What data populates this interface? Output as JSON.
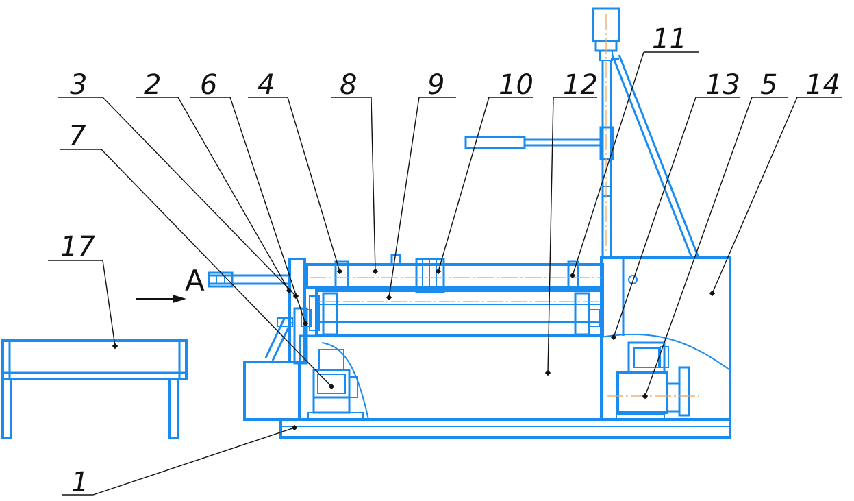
{
  "view_marker": "A",
  "callouts": [
    {
      "id": "c17",
      "number": "17"
    },
    {
      "id": "c7",
      "number": "7"
    },
    {
      "id": "c3",
      "number": "3"
    },
    {
      "id": "c2",
      "number": "2"
    },
    {
      "id": "c6",
      "number": "6"
    },
    {
      "id": "c4",
      "number": "4"
    },
    {
      "id": "c8",
      "number": "8"
    },
    {
      "id": "c9",
      "number": "9"
    },
    {
      "id": "c10",
      "number": "10"
    },
    {
      "id": "c12",
      "number": "12"
    },
    {
      "id": "c11",
      "number": "11"
    },
    {
      "id": "c13",
      "number": "13"
    },
    {
      "id": "c5",
      "number": "5"
    },
    {
      "id": "c14",
      "number": "14"
    },
    {
      "id": "c1",
      "number": "1"
    }
  ],
  "colors": {
    "part": "#1a8cf0",
    "leader": "#111111",
    "axis": "#e8a45a",
    "background": "#ffffff"
  }
}
